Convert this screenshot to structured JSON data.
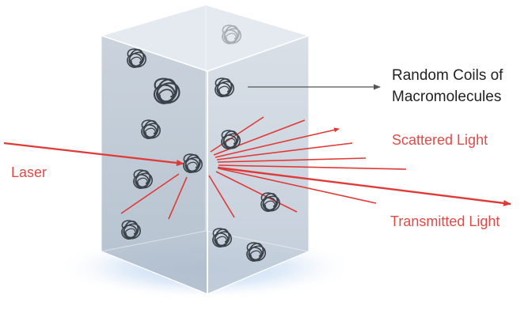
{
  "labels": {
    "coils_line1": "Random Coils of",
    "coils_line2": "Macromolecules",
    "scattered": "Scattered Light",
    "laser": "Laser",
    "transmitted": "Transmitted Light"
  },
  "colors": {
    "laser_red": "#e03a36",
    "label_dark": "#222222",
    "label_red": "#e04a46",
    "box_face_front": "#b9c4d0",
    "box_face_side": "#c9d2dc",
    "box_top": "#e4e9ef",
    "box_edge": "#ffffff",
    "coil_stroke": "#3b4249",
    "glow": "#6fa3e0",
    "pointer_arrow": "#555555"
  },
  "icons": [
    "coil-icon",
    "arrow-icon"
  ]
}
